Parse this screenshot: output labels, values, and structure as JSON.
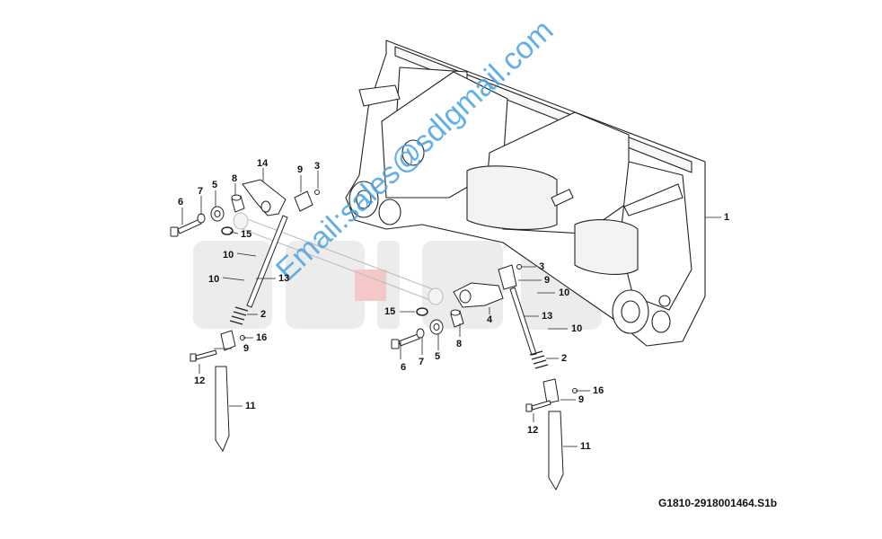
{
  "diagram": {
    "drawing_code": "G1810-2918001464.S1b",
    "watermark": {
      "logo_text": "SDLG",
      "email": "Email:sales@sdlgmail.com"
    },
    "callouts": {
      "c1": "1",
      "c2_left": "2",
      "c2_right": "2",
      "c3_left": "3",
      "c3_right": "3",
      "c4": "4",
      "c5_left": "5",
      "c5_right": "5",
      "c6_left": "6",
      "c6_right": "6",
      "c7_left": "7",
      "c7_right": "7",
      "c8_left": "8",
      "c8_right": "8",
      "c9_left_top": "9",
      "c9_left_bottom": "9",
      "c9_right_top": "9",
      "c9_right_bottom": "9",
      "c10_left_a": "10",
      "c10_left_b": "10",
      "c10_right_a": "10",
      "c10_right_b": "10",
      "c11_left": "11",
      "c11_right": "11",
      "c12_left": "12",
      "c12_right": "12",
      "c13_left": "13",
      "c13_right": "13",
      "c14": "14",
      "c15_left": "15",
      "c15_right": "15",
      "c16_left": "16",
      "c16_right": "16"
    }
  }
}
